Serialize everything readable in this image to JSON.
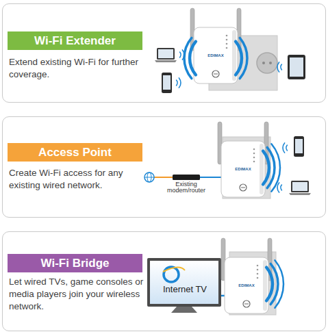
{
  "diagram": {
    "nodes": [
      {
        "text": [
          "Wi-Fi Extender",
          "Extend existing Wi-Fi for further coverage."
        ]
      },
      {
        "text": [
          "Access Point",
          "Create Wi-Fi access for any existing wired network."
        ]
      },
      {
        "text": [
          "Wi-Fi Bridge",
          "Let wired TVs, game consoles or media players join your wireless network."
        ]
      }
    ],
    "labels": [
      "EDIMAX",
      "EDIMAX",
      "Existing modem/router",
      "EDIMAX",
      "Internet TV"
    ]
  }
}
